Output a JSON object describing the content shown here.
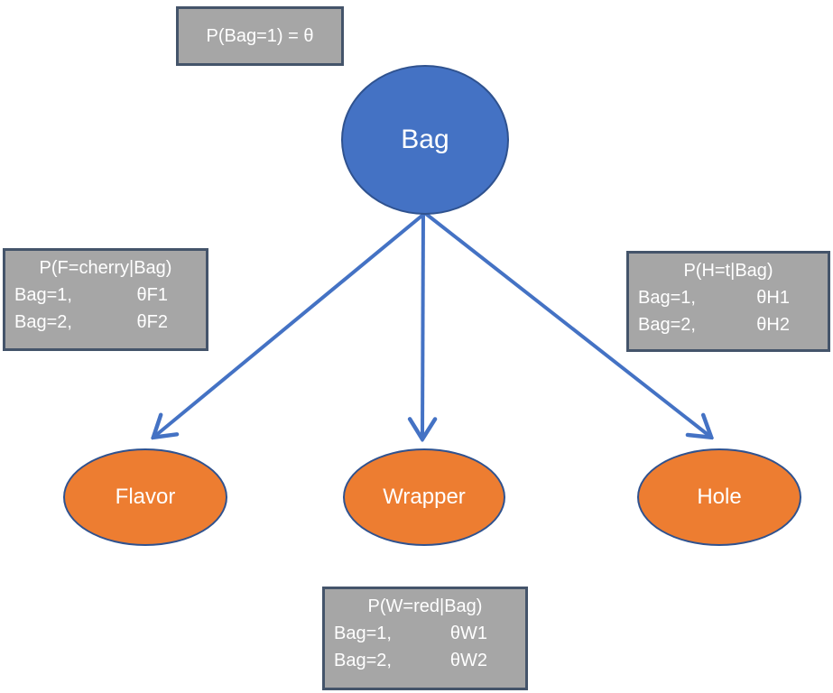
{
  "diagram": {
    "kind": "bayesian-network",
    "background": "#FFFFFF"
  },
  "colors": {
    "parent_node_fill": "#4472C4",
    "child_node_fill": "#ED7D31",
    "node_border": "#2F528F",
    "table_fill": "#A6A6A6",
    "table_border": "#44546A",
    "arrow": "#4472C4",
    "text": "#FFFFFF"
  },
  "nodes": {
    "bag": {
      "label": "Bag"
    },
    "flavor": {
      "label": "Flavor"
    },
    "wrapper": {
      "label": "Wrapper"
    },
    "hole": {
      "label": "Hole"
    }
  },
  "edges": [
    {
      "from": "Bag",
      "to": "Flavor"
    },
    {
      "from": "Bag",
      "to": "Wrapper"
    },
    {
      "from": "Bag",
      "to": "Hole"
    }
  ],
  "tables": {
    "prior": {
      "title": "P(Bag=1) = θ"
    },
    "flavor": {
      "title": "P(F=cherry|Bag)",
      "rows": [
        {
          "cond": "Bag=1,",
          "value": "θF1"
        },
        {
          "cond": "Bag=2,",
          "value": "θF2"
        }
      ]
    },
    "hole": {
      "title": "P(H=t|Bag)",
      "rows": [
        {
          "cond": "Bag=1,",
          "value": "θH1"
        },
        {
          "cond": "Bag=2,",
          "value": "θH2"
        }
      ]
    },
    "wrapper": {
      "title": "P(W=red|Bag)",
      "rows": [
        {
          "cond": "Bag=1,",
          "value": "θW1"
        },
        {
          "cond": "Bag=2,",
          "value": "θW2"
        }
      ]
    }
  }
}
